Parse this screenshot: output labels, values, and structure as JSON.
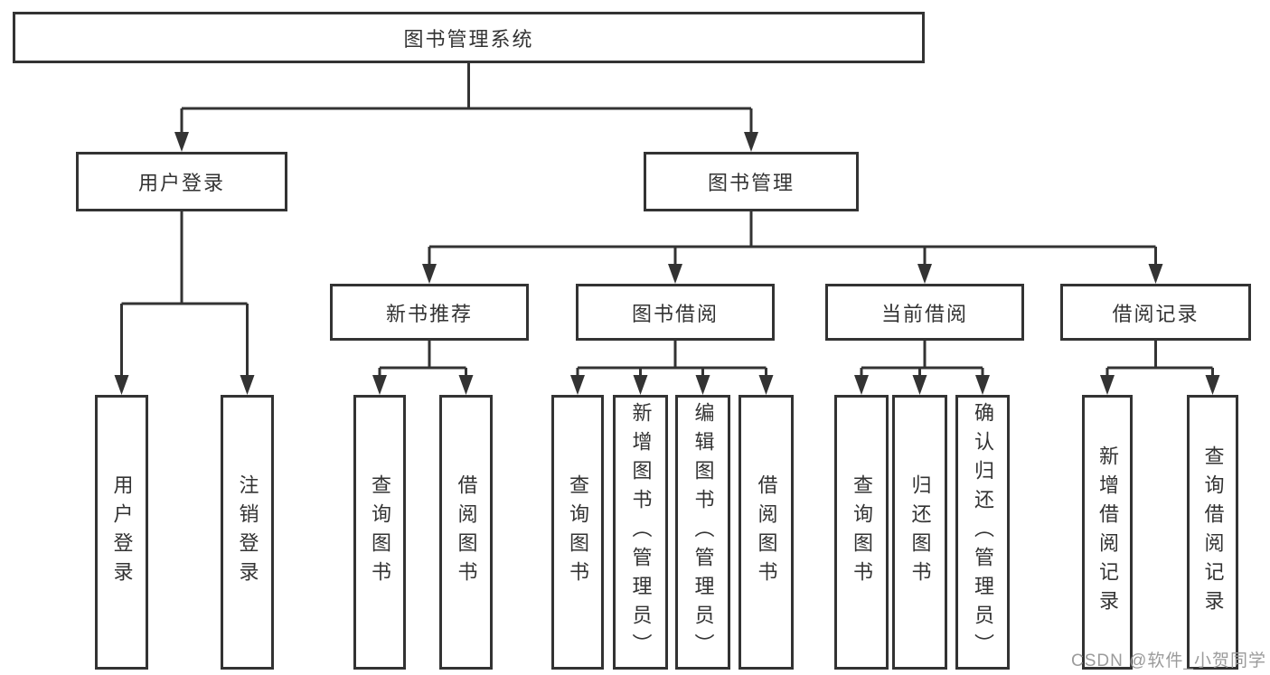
{
  "diagram": {
    "root": {
      "label": "图书管理系统"
    },
    "branches": [
      {
        "label": "用户登录",
        "children": [
          {
            "label": "用户登录"
          },
          {
            "label": "注销登录"
          }
        ]
      },
      {
        "label": "图书管理",
        "children": [
          {
            "label": "新书推荐",
            "children": [
              {
                "label": "查询图书"
              },
              {
                "label": "借阅图书"
              }
            ]
          },
          {
            "label": "图书借阅",
            "children": [
              {
                "label": "查询图书"
              },
              {
                "label": "新增图书（管理员）"
              },
              {
                "label": "编辑图书（管理员）"
              },
              {
                "label": "借阅图书"
              }
            ]
          },
          {
            "label": "当前借阅",
            "children": [
              {
                "label": "查询图书"
              },
              {
                "label": "归还图书"
              },
              {
                "label": "确认归还（管理员）"
              }
            ]
          },
          {
            "label": "借阅记录",
            "children": [
              {
                "label": "新增借阅记录"
              },
              {
                "label": "查询借阅记录"
              }
            ]
          }
        ]
      }
    ]
  },
  "watermark": {
    "text": "CSDN @软件_小贺同学"
  },
  "colors": {
    "line": "#333333",
    "box_border": "#333333",
    "background": "#ffffff",
    "watermark": "#9b9b9b"
  }
}
